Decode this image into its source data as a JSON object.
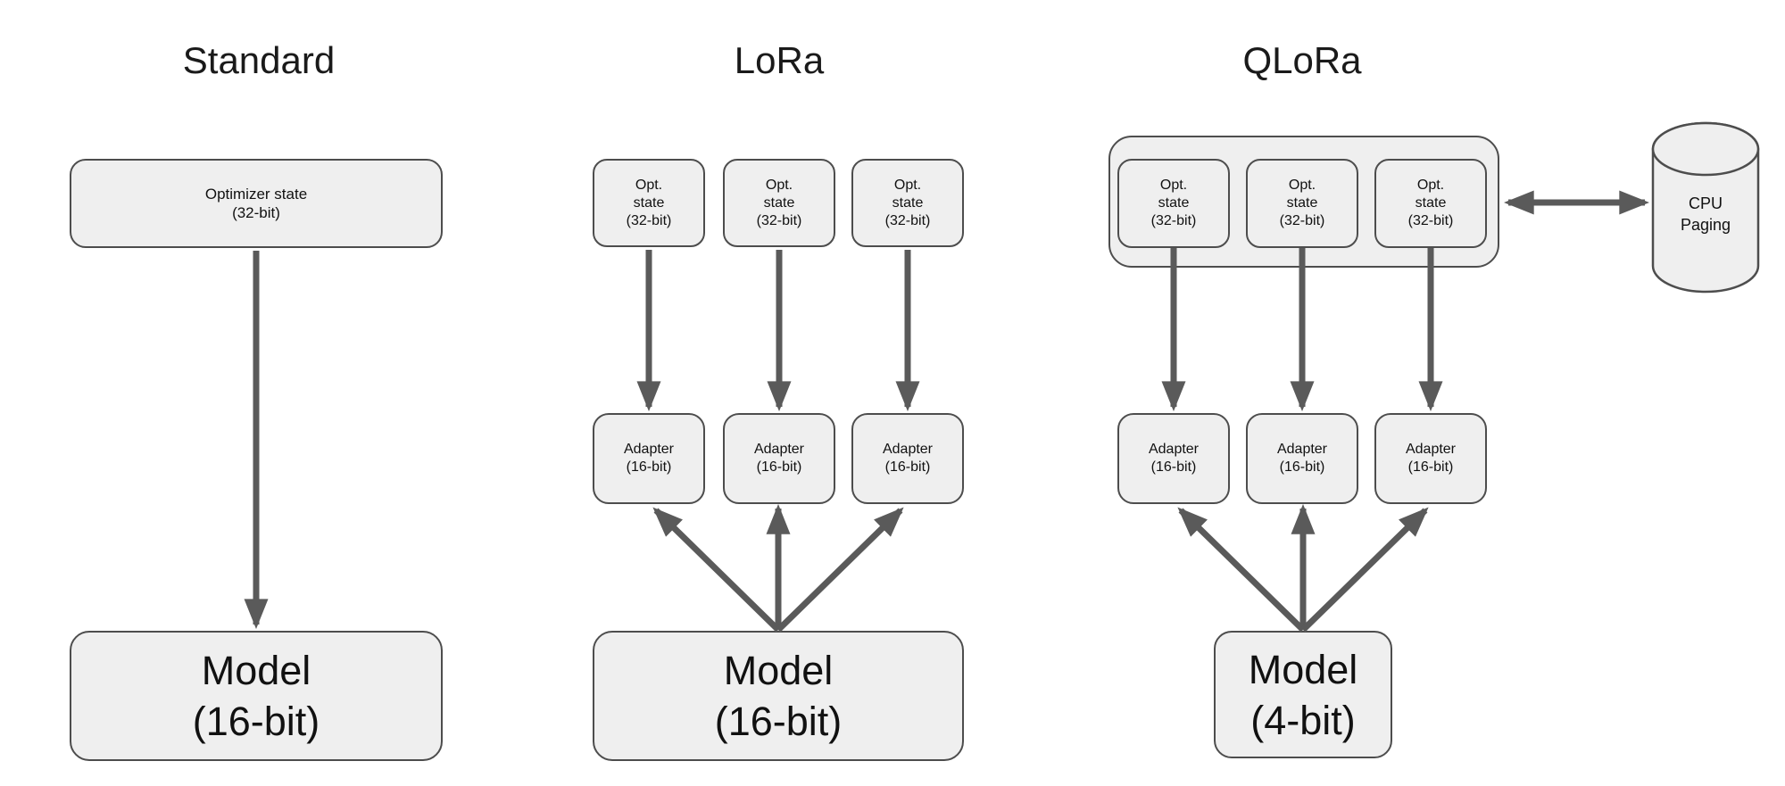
{
  "diagram": {
    "description": "Comparison of memory layout for Standard finetuning, LoRa and QLoRa"
  },
  "columns": {
    "standard": {
      "title": "Standard",
      "optimizer_box": {
        "line1": "Optimizer state",
        "line2": "(32-bit)"
      },
      "model_box": {
        "line1": "Model",
        "line2": "(16-bit)"
      }
    },
    "lora": {
      "title": "LoRa",
      "opt_box": {
        "line1": "Opt.",
        "line2": "state",
        "line3": "(32-bit)"
      },
      "adapter_box": {
        "line1": "Adapter",
        "line2": "(16-bit)"
      },
      "model_box": {
        "line1": "Model",
        "line2": "(16-bit)"
      }
    },
    "qlora": {
      "title": "QLoRa",
      "opt_box": {
        "line1": "Opt.",
        "line2": "state",
        "line3": "(32-bit)"
      },
      "adapter_box": {
        "line1": "Adapter",
        "line2": "(16-bit)"
      },
      "model_box": {
        "line1": "Model",
        "line2": "(4-bit)"
      },
      "cpu_cylinder": {
        "line1": "CPU",
        "line2": "Paging"
      }
    }
  },
  "colors": {
    "background": "#ffffff",
    "box_fill": "#efefef",
    "box_border": "#4d4d4d",
    "arrow": "#5a5a5a",
    "text": "#111111"
  }
}
